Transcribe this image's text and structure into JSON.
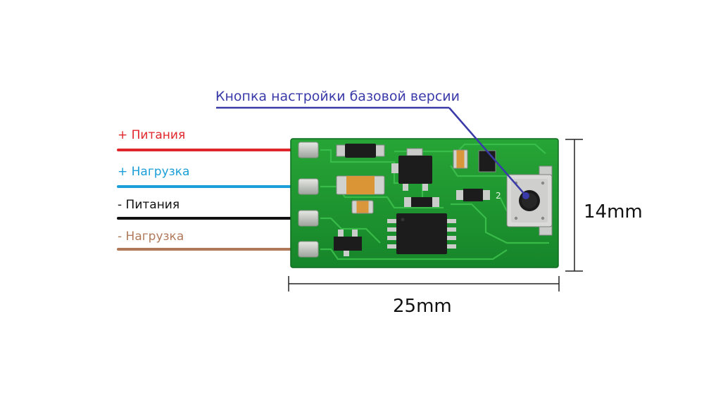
{
  "labels": {
    "button": "Кнопка настройки базовой версии",
    "plus_power": "+ Питания",
    "plus_load": "+ Нагрузка",
    "minus_power": "- Питания",
    "minus_load": "- Нагрузка",
    "pcb_marking": "2"
  },
  "dimensions": {
    "width": "25mm",
    "height": "14mm"
  },
  "colors": {
    "button_label": "#3a3aa8",
    "plus_power": "#e0262b",
    "plus_load": "#1a9fd8",
    "minus_power": "#111111",
    "minus_load": "#b07a5a",
    "pcb": "#1f9a2e",
    "pad": "#c9ccc8"
  }
}
